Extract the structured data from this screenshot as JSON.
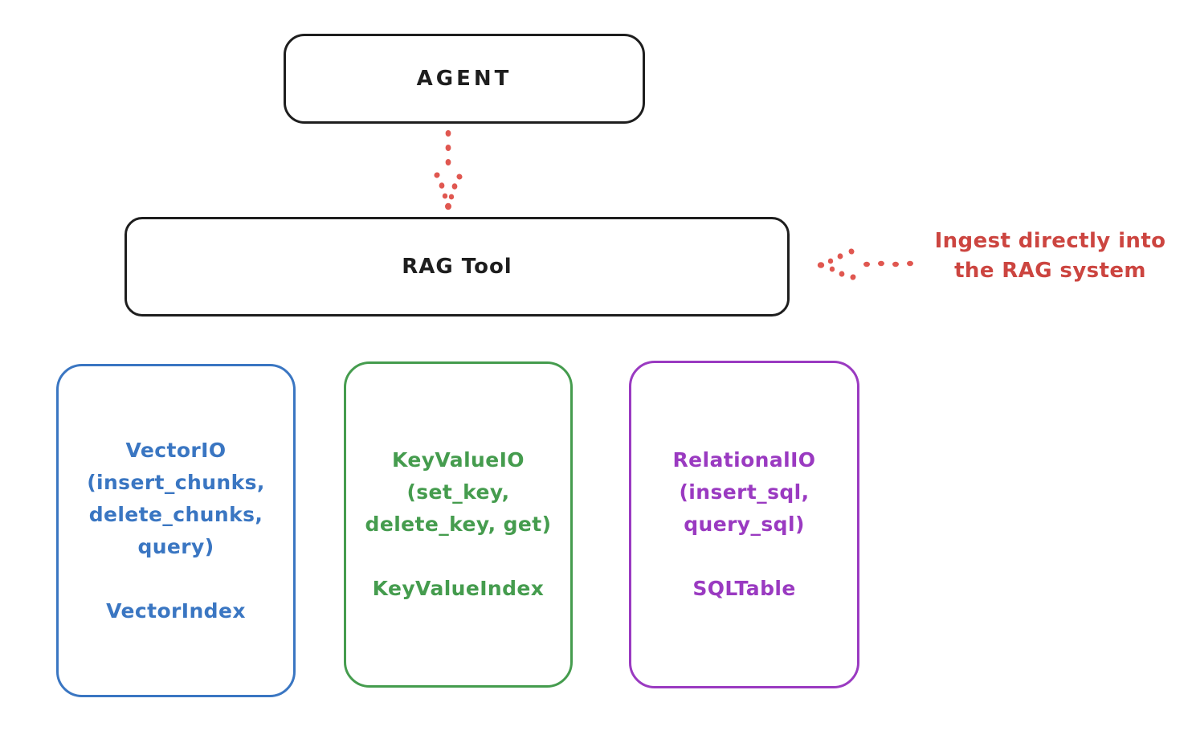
{
  "diagram": {
    "agent": {
      "label": "AGENT"
    },
    "rag_tool": {
      "label": "RAG Tool"
    },
    "annotation": {
      "line1": "Ingest directly into",
      "line2": "the RAG system"
    },
    "boxes": {
      "vector": {
        "io_lines": [
          "VectorIO",
          "(insert_chunks,",
          "delete_chunks,",
          "query)"
        ],
        "index_label": "VectorIndex"
      },
      "keyvalue": {
        "io_lines": [
          "KeyValueIO",
          "(set_key,",
          "delete_key, get)"
        ],
        "index_label": "KeyValueIndex"
      },
      "relational": {
        "io_lines": [
          "RelationalIO",
          "(insert_sql,",
          "query_sql)"
        ],
        "index_label": "SQLTable"
      }
    },
    "icons": {
      "agent_to_rag_arrow": "dotted-down-arrow",
      "ingest_arrow": "dotted-left-arrow"
    },
    "colors": {
      "stroke": "#1e1e1e",
      "vector": "#3a76c2",
      "keyvalue": "#459c4e",
      "relational": "#9a3ac1",
      "annotation_text": "#cc4540",
      "arrow_red": "#e05750"
    }
  }
}
